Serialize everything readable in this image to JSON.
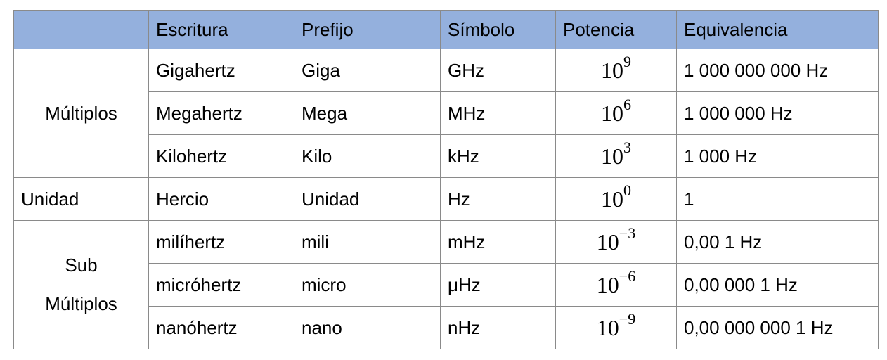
{
  "header": {
    "col0": "",
    "col1": "Escritura",
    "col2": "Prefijo",
    "col3": "Símbolo",
    "col4": "Potencia",
    "col5": "Equivalencia"
  },
  "groups": {
    "multiples": "Múltiplos",
    "unit": "Unidad",
    "sub_line1": "Sub",
    "sub_line2": "Múltiplos"
  },
  "rows": [
    {
      "name": "Gigahertz",
      "prefix": "Giga",
      "symbol": "GHz",
      "base": "10",
      "exp": "9",
      "equiv": "1 000 000 000 Hz"
    },
    {
      "name": "Megahertz",
      "prefix": "Mega",
      "symbol": "MHz",
      "base": "10",
      "exp": "6",
      "equiv": "1 000 000 Hz"
    },
    {
      "name": "Kilohertz",
      "prefix": "Kilo",
      "symbol": "kHz",
      "base": "10",
      "exp": "3",
      "equiv": "1 000 Hz"
    },
    {
      "name": "Hercio",
      "prefix": "Unidad",
      "symbol": "Hz",
      "base": "10",
      "exp": "0",
      "equiv": "1"
    },
    {
      "name": "milíhertz",
      "prefix": "mili",
      "symbol": "mHz",
      "base": "10",
      "exp": "−3",
      "equiv": "0,00 1 Hz"
    },
    {
      "name": "micróhertz",
      "prefix": "micro",
      "symbol": "μHz",
      "base": "10",
      "exp": "−6",
      "equiv": "0,00 000 1 Hz"
    },
    {
      "name": "nanóhertz",
      "prefix": "nano",
      "symbol": "nHz",
      "base": "10",
      "exp": "−9",
      "equiv": "0,00 000 000 1 Hz"
    }
  ],
  "colors": {
    "header_bg": "#94b0dd",
    "border": "#8a8a8a"
  }
}
